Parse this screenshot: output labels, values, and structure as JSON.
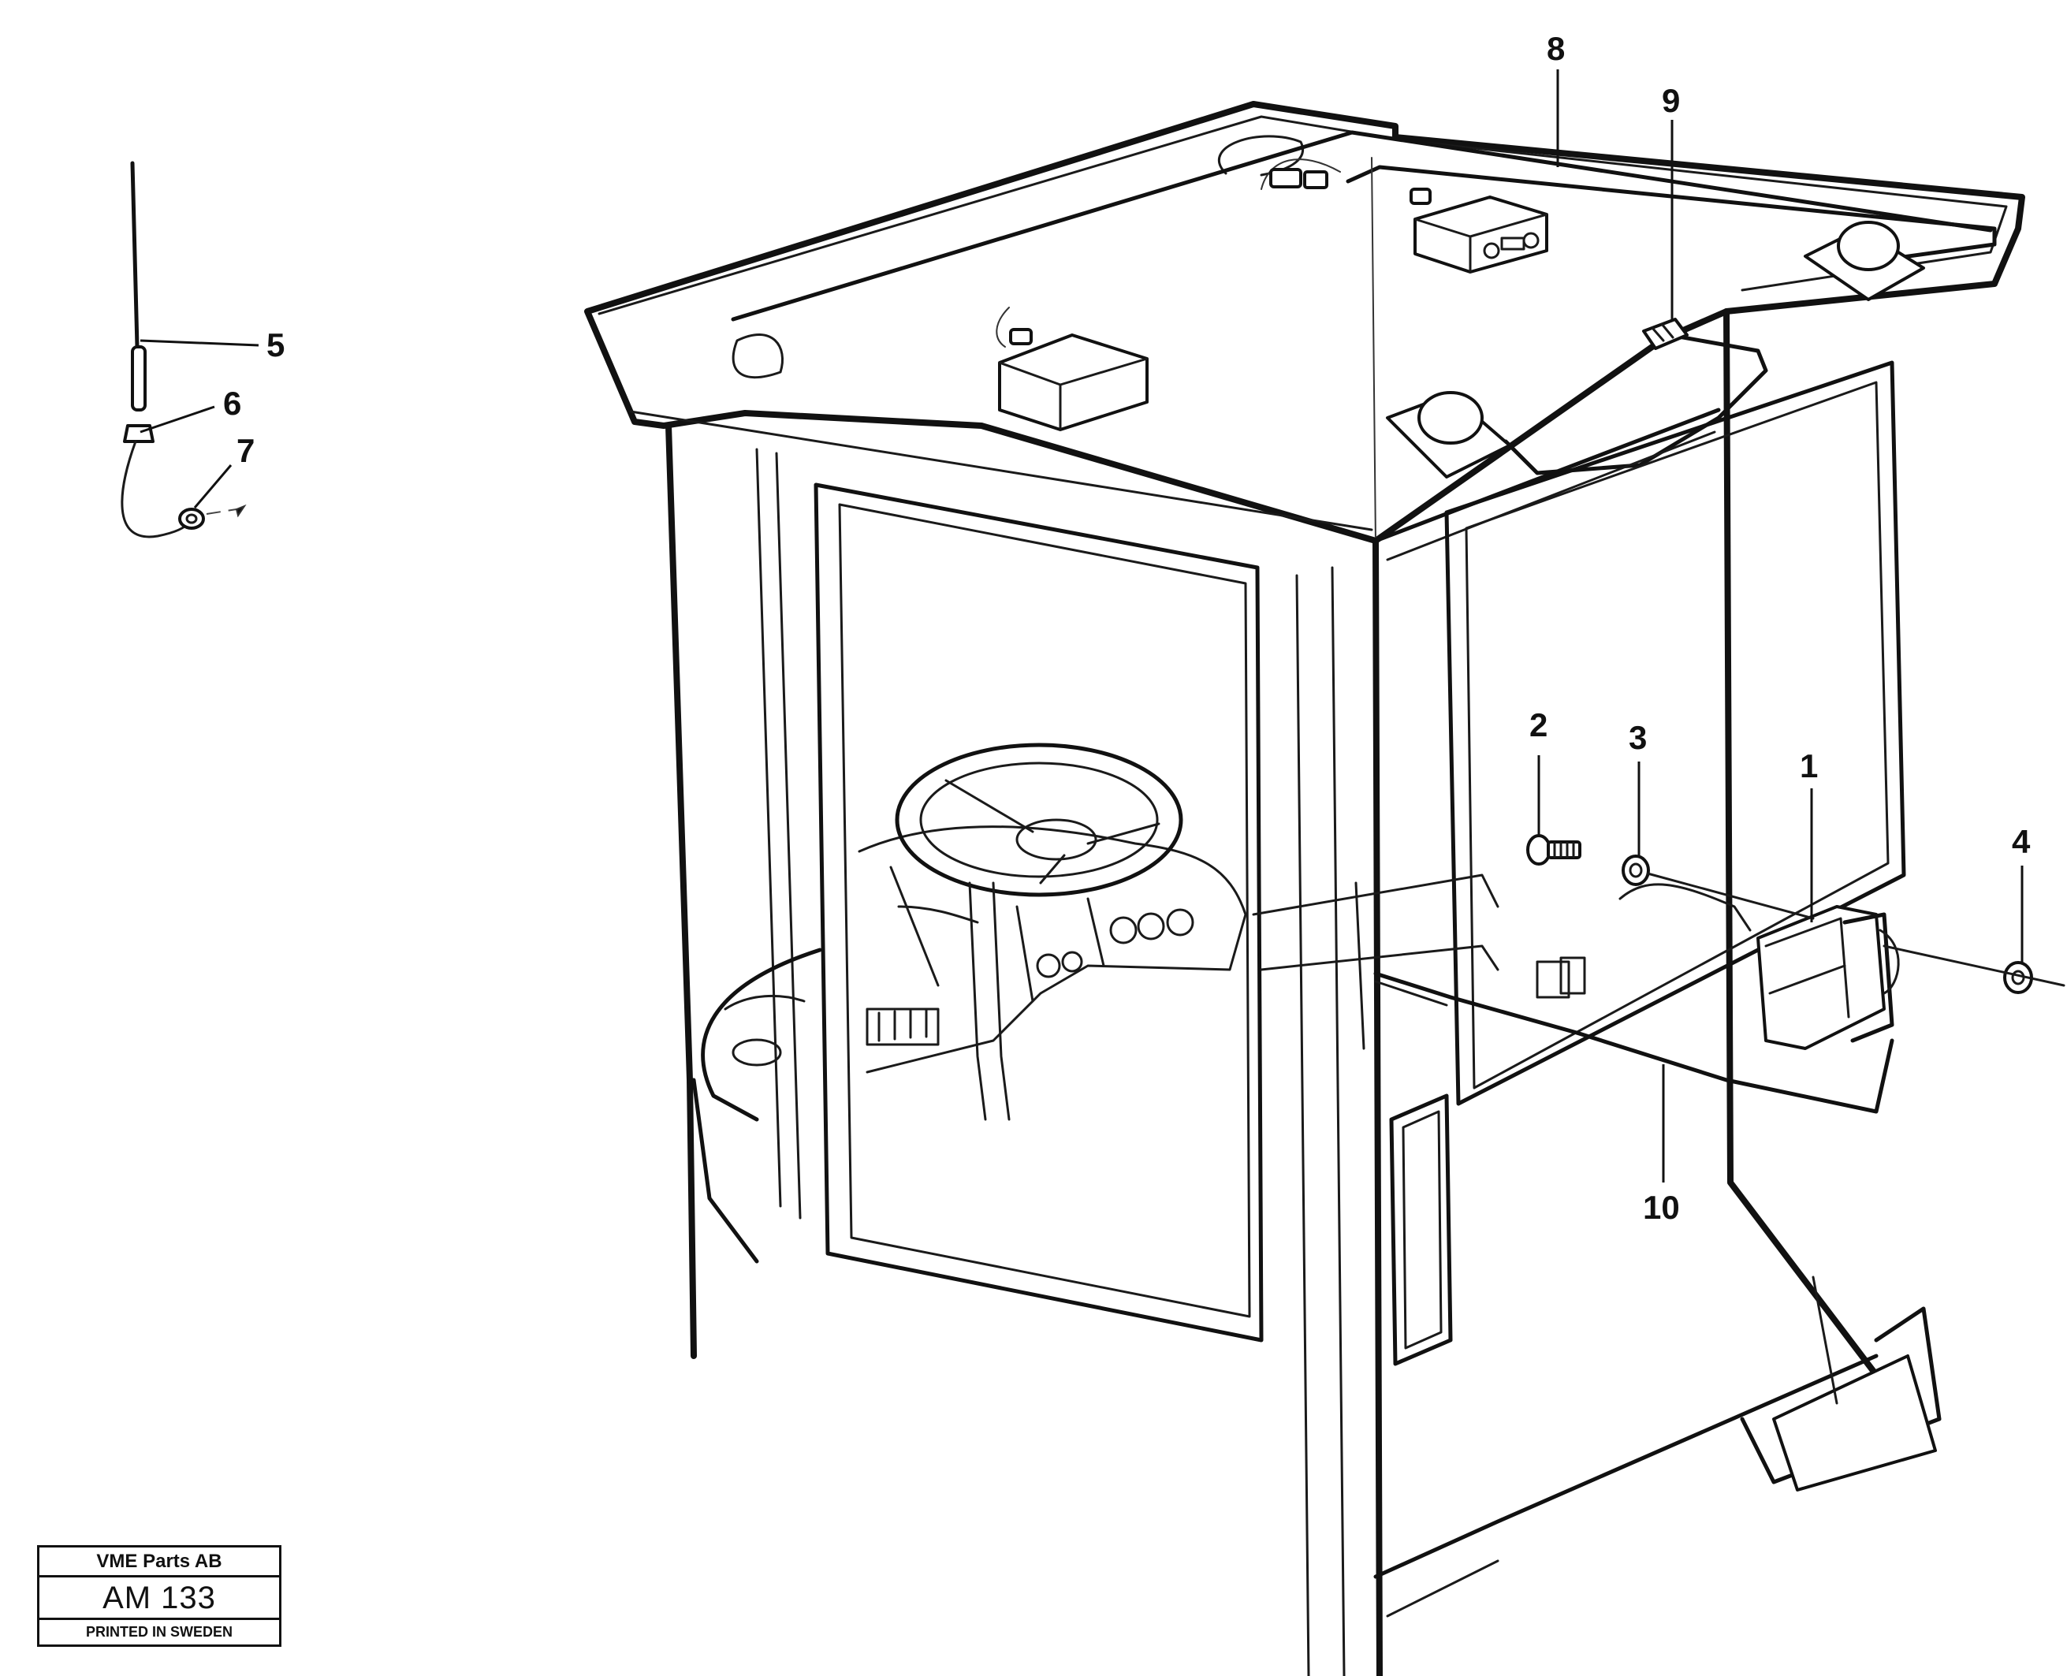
{
  "callouts": [
    {
      "id": "1",
      "label": "1"
    },
    {
      "id": "2",
      "label": "2"
    },
    {
      "id": "3",
      "label": "3"
    },
    {
      "id": "4",
      "label": "4"
    },
    {
      "id": "5",
      "label": "5"
    },
    {
      "id": "6",
      "label": "6"
    },
    {
      "id": "7",
      "label": "7"
    },
    {
      "id": "8",
      "label": "8"
    },
    {
      "id": "9",
      "label": "9"
    },
    {
      "id": "10",
      "label": "10"
    }
  ],
  "stamp": {
    "company": "VME Parts AB",
    "code": "AM 133",
    "printed": "PRINTED IN SWEDEN"
  },
  "icons": [
    "antenna-icon",
    "speaker-icon",
    "radio-icon",
    "steering-wheel-icon",
    "bolt-icon",
    "washer-icon",
    "nut-icon",
    "control-unit-icon"
  ]
}
